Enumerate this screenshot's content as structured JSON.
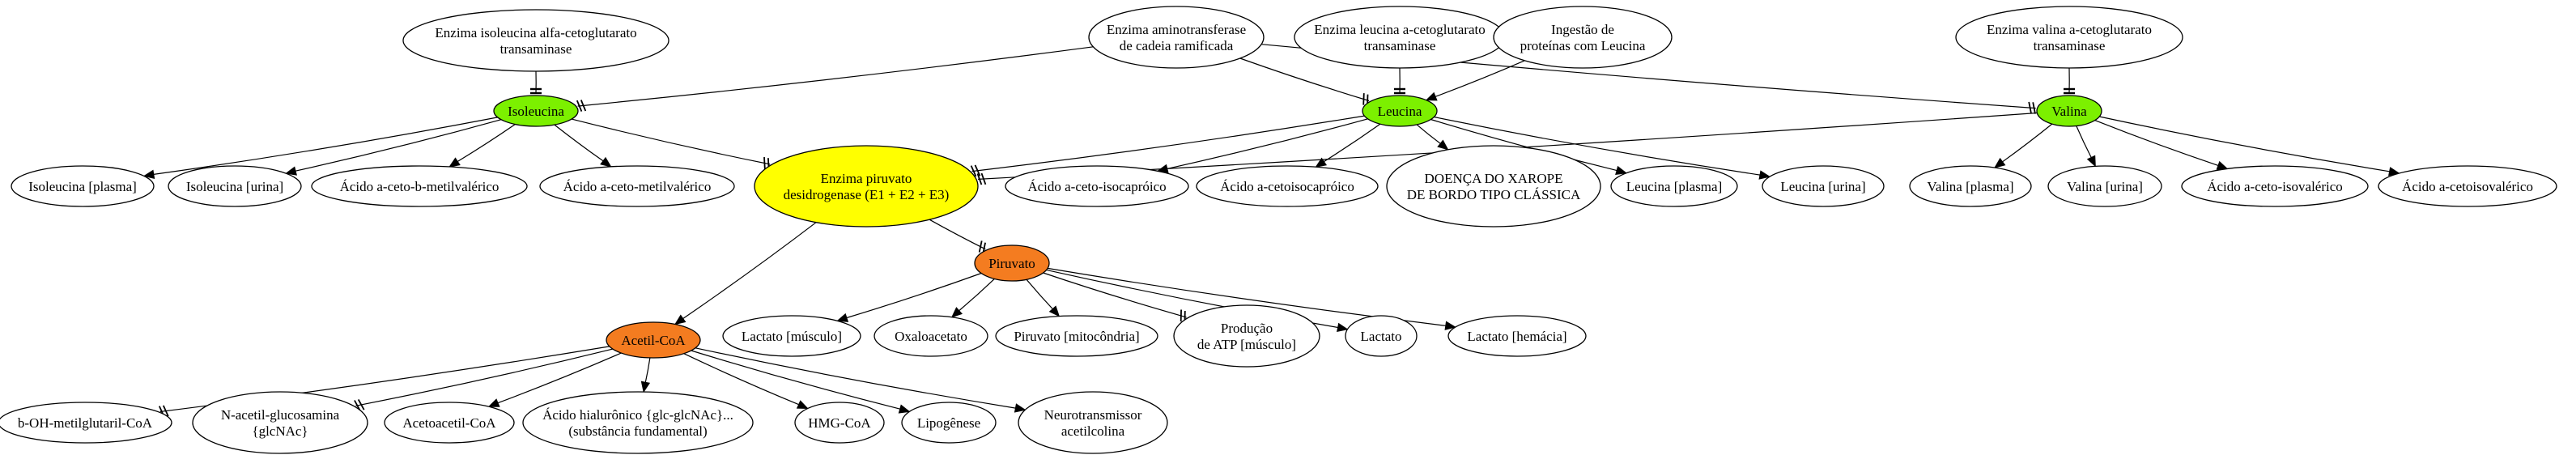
{
  "colors": {
    "default": "#ffffff",
    "green": "#7cf000",
    "yellow": "#ffff00",
    "orange": "#f47c20",
    "stroke": "#000000"
  },
  "nodes": {
    "enz_iso": {
      "lines": [
        "Enzima isoleucina alfa-cetoglutarato",
        "transaminase"
      ],
      "fill": "default"
    },
    "enz_amino": {
      "lines": [
        "Enzima aminotransferase",
        "de cadeia ramificada"
      ],
      "fill": "default"
    },
    "enz_leu": {
      "lines": [
        "Enzima leucina a-cetoglutarato",
        "transaminase"
      ],
      "fill": "default"
    },
    "ingestao": {
      "lines": [
        "Ingestão de",
        "proteínas com Leucina"
      ],
      "fill": "default"
    },
    "enz_val": {
      "lines": [
        "Enzima valina a-cetoglutarato",
        "transaminase"
      ],
      "fill": "default"
    },
    "isoleucina": {
      "lines": [
        "Isoleucina"
      ],
      "fill": "green"
    },
    "leucina": {
      "lines": [
        "Leucina"
      ],
      "fill": "green"
    },
    "valina": {
      "lines": [
        "Valina"
      ],
      "fill": "green"
    },
    "iso_plasma": {
      "lines": [
        "Isoleucina [plasma]"
      ],
      "fill": "default"
    },
    "iso_urina": {
      "lines": [
        "Isoleucina [urina]"
      ],
      "fill": "default"
    },
    "ac_ceto_b_metilval": {
      "lines": [
        "Ácido a-ceto-b-metilvalérico"
      ],
      "fill": "default"
    },
    "ac_ceto_metilval": {
      "lines": [
        "Ácido a-ceto-metilvalérico"
      ],
      "fill": "default"
    },
    "piruvato_desid": {
      "lines": [
        "Enzima piruvato",
        "desidrogenase (E1 + E2 + E3)"
      ],
      "fill": "yellow"
    },
    "ac_ceto_isocap": {
      "lines": [
        "Ácido a-ceto-isocapróico"
      ],
      "fill": "default"
    },
    "ac_cetoisocap": {
      "lines": [
        "Ácido a-cetoisocapróico"
      ],
      "fill": "default"
    },
    "xarope": {
      "lines": [
        "DOENÇA DO XAROPE",
        "DE BORDO TIPO CLÁSSICA"
      ],
      "fill": "default"
    },
    "leu_plasma": {
      "lines": [
        "Leucina [plasma]"
      ],
      "fill": "default"
    },
    "leu_urina": {
      "lines": [
        "Leucina [urina]"
      ],
      "fill": "default"
    },
    "val_plasma": {
      "lines": [
        "Valina [plasma]"
      ],
      "fill": "default"
    },
    "val_urina": {
      "lines": [
        "Valina [urina]"
      ],
      "fill": "default"
    },
    "ac_ceto_isoval": {
      "lines": [
        "Ácido a-ceto-isovalérico"
      ],
      "fill": "default"
    },
    "ac_cetoisoval": {
      "lines": [
        "Ácido a-cetoisovalérico"
      ],
      "fill": "default"
    },
    "piruvato": {
      "lines": [
        "Piruvato"
      ],
      "fill": "orange"
    },
    "lactato_musculo": {
      "lines": [
        "Lactato [músculo]"
      ],
      "fill": "default"
    },
    "oxaloacetato": {
      "lines": [
        "Oxaloacetato"
      ],
      "fill": "default"
    },
    "piruvato_mito": {
      "lines": [
        "Piruvato [mitocôndria]"
      ],
      "fill": "default"
    },
    "producao_atp": {
      "lines": [
        "Produção",
        "de ATP [músculo]"
      ],
      "fill": "default"
    },
    "lactato": {
      "lines": [
        "Lactato"
      ],
      "fill": "default"
    },
    "lactato_hemacia": {
      "lines": [
        "Lactato [hemácia]"
      ],
      "fill": "default"
    },
    "acetil_coa": {
      "lines": [
        "Acetil-CoA"
      ],
      "fill": "orange"
    },
    "b_oh_metil": {
      "lines": [
        "b-OH-metilglutaril-CoA"
      ],
      "fill": "default"
    },
    "n_acetil": {
      "lines": [
        "N-acetil-glucosamina",
        "{glcNAc}"
      ],
      "fill": "default"
    },
    "acetoacetil": {
      "lines": [
        "Acetoacetil-CoA"
      ],
      "fill": "default"
    },
    "hialuronico": {
      "lines": [
        "Ácido hialurônico {glc-glcNAc}...",
        "(substância fundamental)"
      ],
      "fill": "default"
    },
    "hmg_coa": {
      "lines": [
        "HMG-CoA"
      ],
      "fill": "default"
    },
    "lipogenese": {
      "lines": [
        "Lipogênese"
      ],
      "fill": "default"
    },
    "neurotrans": {
      "lines": [
        "Neurotransmissor",
        "acetilcolina"
      ],
      "fill": "default"
    }
  },
  "edges": [
    {
      "from": "enz_iso",
      "to": "isoleucina",
      "head": "tee"
    },
    {
      "from": "enz_amino",
      "to": "isoleucina",
      "head": "double"
    },
    {
      "from": "enz_amino",
      "to": "leucina",
      "head": "double"
    },
    {
      "from": "enz_amino",
      "to": "valina",
      "head": "double"
    },
    {
      "from": "enz_leu",
      "to": "leucina",
      "head": "tee"
    },
    {
      "from": "ingestao",
      "to": "leucina",
      "head": "arrow"
    },
    {
      "from": "enz_val",
      "to": "valina",
      "head": "tee"
    },
    {
      "from": "isoleucina",
      "to": "iso_plasma",
      "head": "arrow"
    },
    {
      "from": "isoleucina",
      "to": "iso_urina",
      "head": "arrow"
    },
    {
      "from": "isoleucina",
      "to": "ac_ceto_b_metilval",
      "head": "arrow"
    },
    {
      "from": "isoleucina",
      "to": "ac_ceto_metilval",
      "head": "arrow"
    },
    {
      "from": "isoleucina",
      "to": "piruvato_desid",
      "head": "double"
    },
    {
      "from": "leucina",
      "to": "piruvato_desid",
      "head": "double"
    },
    {
      "from": "valina",
      "to": "piruvato_desid",
      "head": "double"
    },
    {
      "from": "leucina",
      "to": "ac_ceto_isocap",
      "head": "arrow"
    },
    {
      "from": "leucina",
      "to": "ac_cetoisocap",
      "head": "arrow"
    },
    {
      "from": "leucina",
      "to": "xarope",
      "head": "arrow"
    },
    {
      "from": "leucina",
      "to": "leu_plasma",
      "head": "arrow"
    },
    {
      "from": "leucina",
      "to": "leu_urina",
      "head": "arrow"
    },
    {
      "from": "valina",
      "to": "val_plasma",
      "head": "arrow"
    },
    {
      "from": "valina",
      "to": "val_urina",
      "head": "arrow"
    },
    {
      "from": "valina",
      "to": "ac_ceto_isoval",
      "head": "arrow"
    },
    {
      "from": "valina",
      "to": "ac_cetoisoval",
      "head": "arrow"
    },
    {
      "from": "piruvato_desid",
      "to": "piruvato",
      "head": "double"
    },
    {
      "from": "piruvato_desid",
      "to": "acetil_coa",
      "head": "arrow"
    },
    {
      "from": "piruvato",
      "to": "lactato_musculo",
      "head": "arrow"
    },
    {
      "from": "piruvato",
      "to": "oxaloacetato",
      "head": "arrow"
    },
    {
      "from": "piruvato",
      "to": "piruvato_mito",
      "head": "arrow"
    },
    {
      "from": "piruvato",
      "to": "producao_atp",
      "head": "double"
    },
    {
      "from": "piruvato",
      "to": "lactato",
      "head": "arrow"
    },
    {
      "from": "piruvato",
      "to": "lactato_hemacia",
      "head": "arrow"
    },
    {
      "from": "acetil_coa",
      "to": "b_oh_metil",
      "head": "double"
    },
    {
      "from": "acetil_coa",
      "to": "n_acetil",
      "head": "double"
    },
    {
      "from": "acetil_coa",
      "to": "acetoacetil",
      "head": "arrow"
    },
    {
      "from": "acetil_coa",
      "to": "hialuronico",
      "head": "arrow"
    },
    {
      "from": "acetil_coa",
      "to": "hmg_coa",
      "head": "arrow"
    },
    {
      "from": "acetil_coa",
      "to": "lipogenese",
      "head": "arrow"
    },
    {
      "from": "acetil_coa",
      "to": "neurotrans",
      "head": "arrow"
    }
  ]
}
